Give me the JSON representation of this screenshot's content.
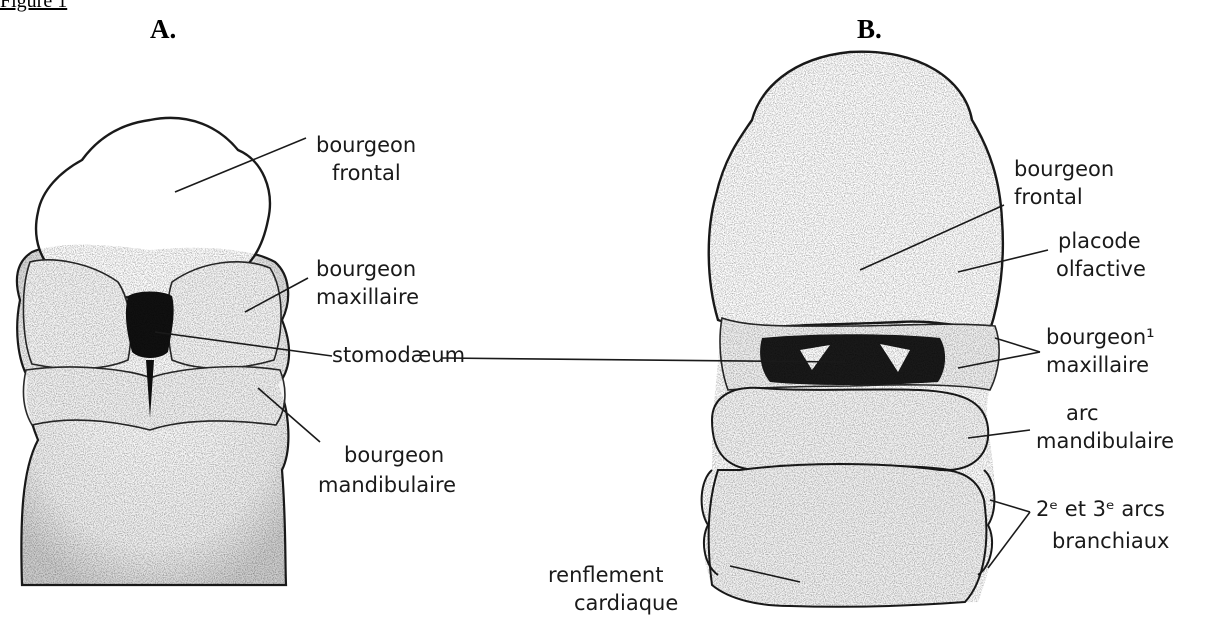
{
  "figure_label": "Figure 1",
  "panel_a": {
    "label": "A.",
    "annotations": {
      "frontal": [
        "bourgeon",
        "frontal"
      ],
      "maxillaire": [
        "bourgeon",
        "maxillaire"
      ],
      "stomodeum": [
        "stomodæum"
      ],
      "mandibulaire": [
        "bourgeon",
        "mandibulaire"
      ]
    }
  },
  "panel_b": {
    "label": "B.",
    "annotations": {
      "frontal": [
        "bourgeon",
        "frontal"
      ],
      "placode": [
        "placode",
        "olfactive"
      ],
      "maxillaire": [
        "bourgeon¹",
        "maxillaire"
      ],
      "arc": [
        "arc",
        "mandibulaire"
      ],
      "arcs23": [
        "2ᵉ et 3ᵉ arcs",
        "branchiaux"
      ],
      "renflement": [
        "renflement",
        "cardiaque"
      ]
    }
  }
}
